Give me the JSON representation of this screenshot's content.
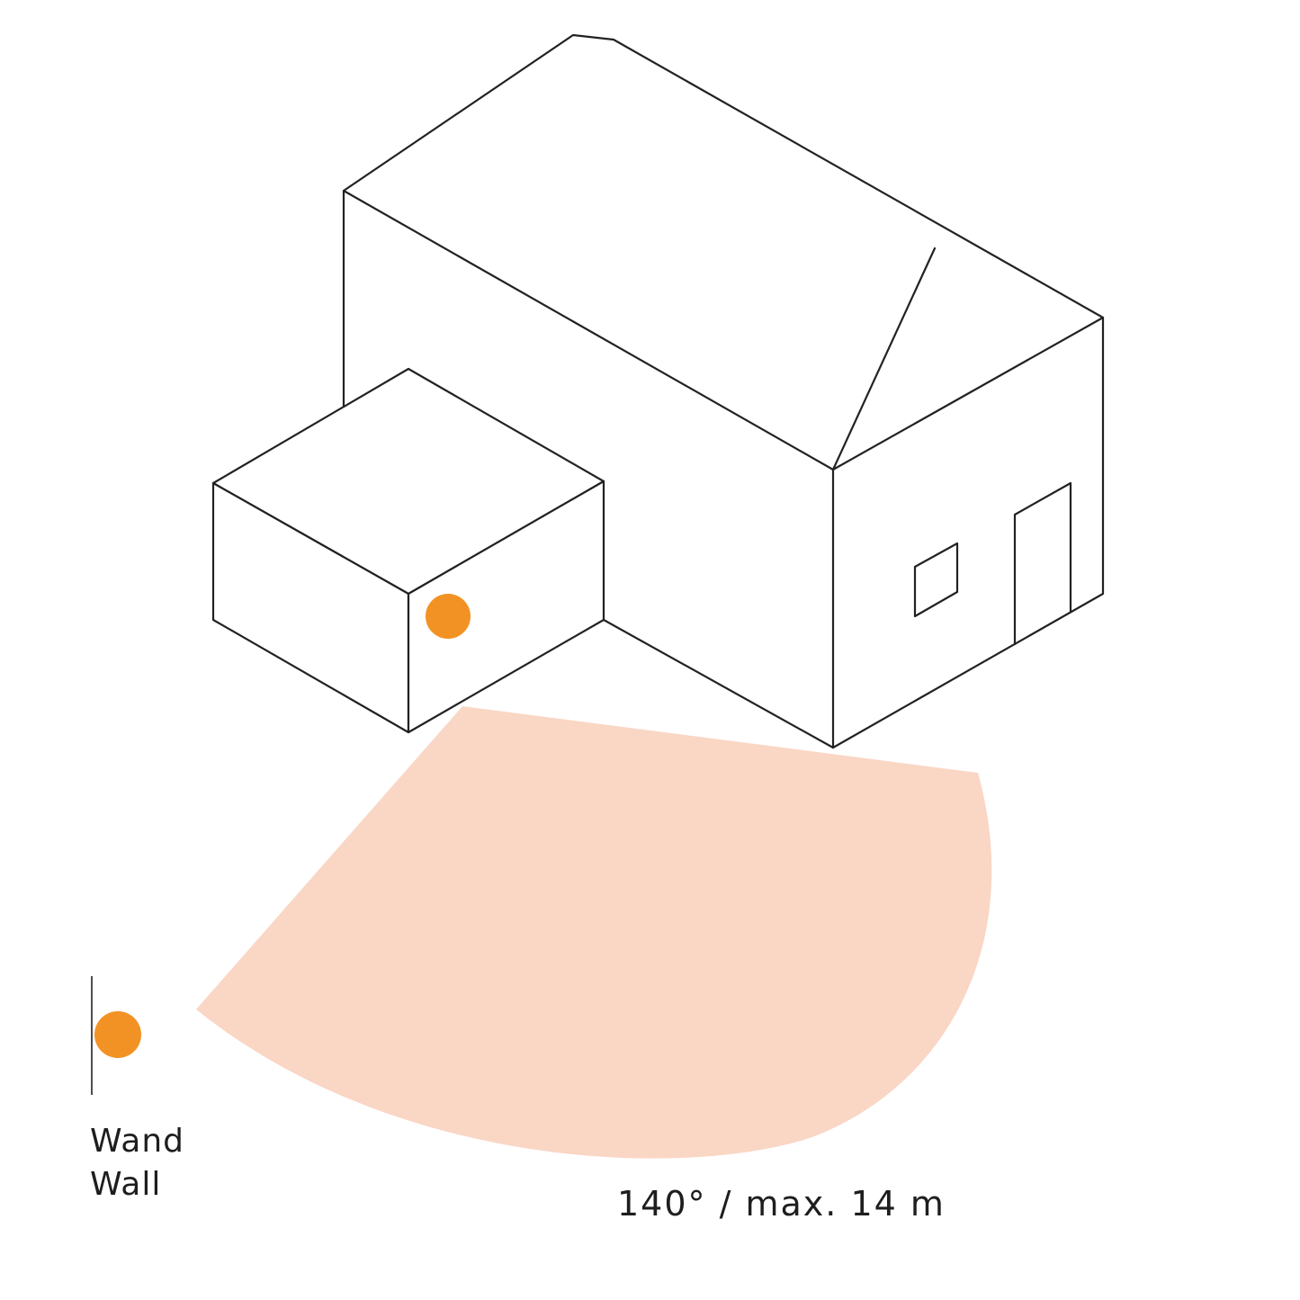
{
  "colors": {
    "sensor": "#f39224",
    "coverage_area": "#fad6c5",
    "outline": "#222222",
    "text": "#1e1e1e"
  },
  "icons": {
    "sensor": "orange-dot-icon",
    "wall": "wall-line-icon"
  },
  "legend": {
    "label_de": "Wand",
    "label_en": "Wall"
  },
  "detection": {
    "label": "140° / max. 14 m",
    "angle_degrees": 140,
    "max_range_m": 14
  }
}
